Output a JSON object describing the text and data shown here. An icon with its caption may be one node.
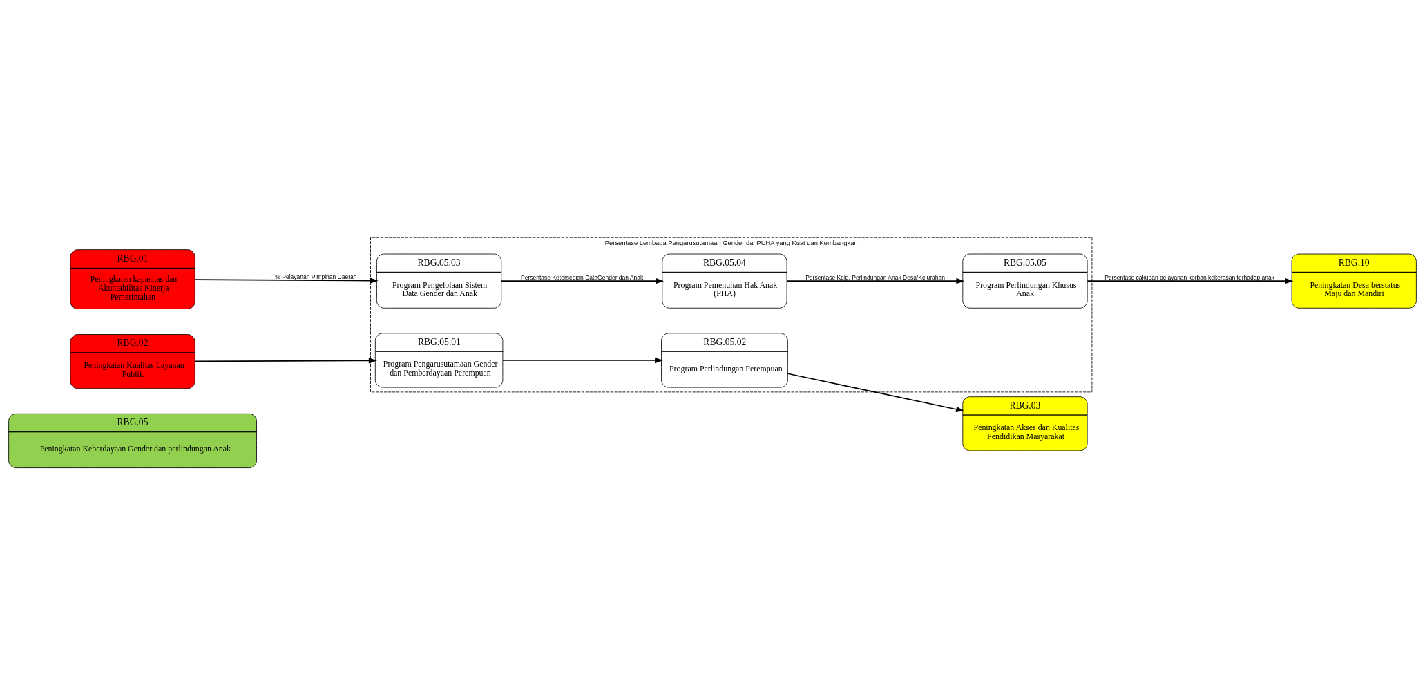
{
  "diagram": {
    "nodes": [
      {
        "text": [
          "RBG.05",
          "Peningkatan Keberdayaan Gender dan perlindungan Anak"
        ]
      },
      {
        "text": [
          "Persentase Lembaga Pengarusutamaan Gender danPUHA yang Kuat dan Kembangkan"
        ]
      },
      {
        "text": [
          "RBG.01",
          "Peningkatan kapasitas dan Akuntabilitas Kinerja Pemerintahan"
        ]
      },
      {
        "text": [
          "RBG.02",
          "Peningkatan Kualitas Layanan Publik"
        ]
      },
      {
        "text": [
          "RBG.05.01",
          "Program Pengarusutamaan Gender dan Pemberdayaan Perempuan"
        ],
        "in": 1
      },
      {
        "text": [
          "RBG.05.02",
          "Program Perlindungan Perempuan"
        ],
        "in": 1
      },
      {
        "text": [
          "RBG.05.03",
          "Program Pengelolaan Sistem Data Gender dan Anak"
        ],
        "in": 1
      },
      {
        "text": [
          "RBG.05.04",
          "Program Pemenuhan Hak Anak (PHA)"
        ],
        "in": 1
      },
      {
        "text": [
          "RBG.05.05",
          "Program Perlindungan Khusus Anak"
        ],
        "in": 1
      },
      {
        "text": [
          "RBG.03",
          "Peningkatan Akses dan Kualitas Pendidikan Masyarakat"
        ]
      },
      {
        "text": [
          "RBG.10",
          "Peningkatan Desa berstatus Maju dan Mandiri"
        ]
      }
    ],
    "edges": [
      {
        "from": 2,
        "to": 6,
        "arrow": "to",
        "label": "% Pelayanan Pimpinan Daerah"
      },
      {
        "from": 3,
        "to": 4,
        "arrow": "to"
      },
      {
        "from": 4,
        "to": 5,
        "arrow": "to"
      },
      {
        "from": 5,
        "to": 9,
        "arrow": "to"
      },
      {
        "from": 6,
        "to": 7,
        "arrow": "to",
        "label": "Persentase Ketersedian DataGender dan Anak"
      },
      {
        "from": 7,
        "to": 8,
        "arrow": "to",
        "label": "Persentase Kelp. Perlindungan Anak Desa/Kelurahan"
      },
      {
        "from": 8,
        "to": 10,
        "arrow": "to",
        "label": "Persentase cakupan pelayanan korban kekerasan terhadap anak"
      }
    ]
  }
}
